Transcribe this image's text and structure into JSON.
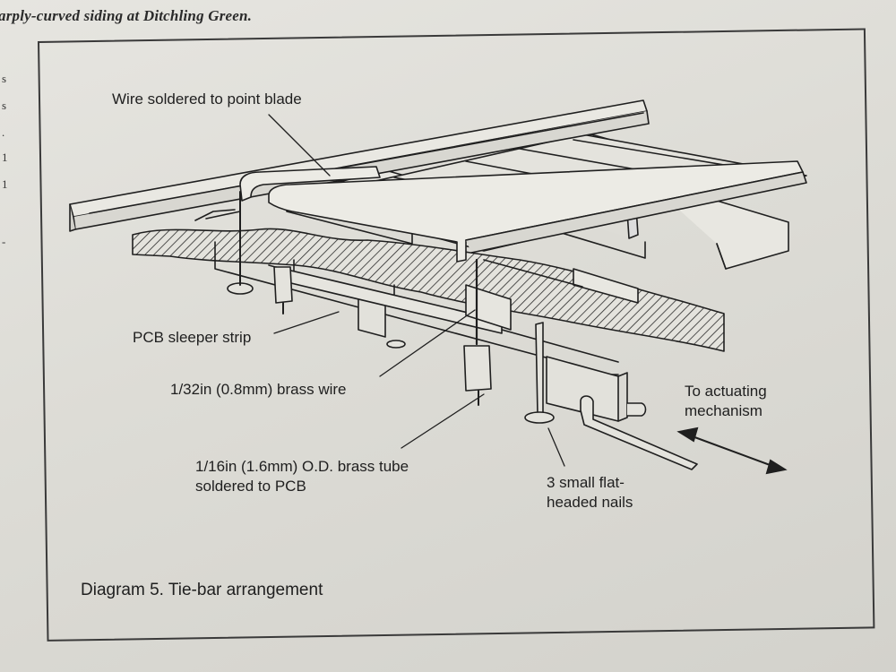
{
  "page": {
    "caption_top": "arply-curved siding at Ditchling Green.",
    "margin_letters": [
      "s",
      "s",
      ".",
      "1",
      "1",
      "-"
    ]
  },
  "diagram": {
    "title": "Diagram 5. Tie-bar arrangement",
    "labels": {
      "wire_soldered": "Wire soldered to point blade",
      "pcb_sleeper": "PCB sleeper strip",
      "brass_wire": "1/32in (0.8mm) brass wire",
      "brass_tube": [
        "1/16in (1.6mm) O.D. brass tube",
        "soldered to PCB"
      ],
      "actuating": [
        "To actuating",
        "mechanism"
      ],
      "nails": [
        "3 small flat-",
        "headed nails"
      ]
    },
    "colors": {
      "ink": "#1f1f1f",
      "paper": "#e2e1db"
    }
  }
}
